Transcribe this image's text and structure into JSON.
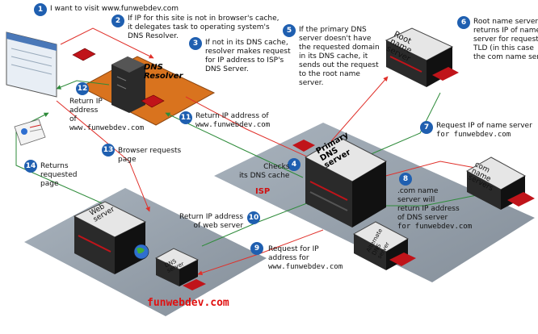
{
  "steps": [
    {
      "num": "1",
      "text": "I want to visit www.funwebdev.com"
    },
    {
      "num": "2",
      "lines": [
        "If IP for this site is not in browser's cache,",
        "it delegates task to operating system's",
        "DNS Resolver."
      ]
    },
    {
      "num": "3",
      "lines": [
        "If not in its DNS cache,",
        "resolver makes request",
        "for IP address to ISP's",
        "DNS Server."
      ]
    },
    {
      "num": "4",
      "lines": [
        "Checks",
        "its DNS cache"
      ]
    },
    {
      "num": "5",
      "lines": [
        "If the primary DNS",
        "server doesn't have",
        "the requested domain",
        "in its DNS cache, it",
        "sends out the request",
        "to the root name",
        "server."
      ]
    },
    {
      "num": "6",
      "lines": [
        "Root name server",
        "returns IP of name",
        "server for requested",
        "TLD (in this case",
        "the com name server)."
      ]
    },
    {
      "num": "7",
      "lines": [
        "Request IP of name server",
        "for funwebdev.com"
      ]
    },
    {
      "num": "8",
      "lines": [
        ".com name",
        "server will",
        "return IP address",
        "of DNS server",
        "for funwebdev.com"
      ]
    },
    {
      "num": "9",
      "lines": [
        "Request for IP",
        "address for",
        "www.funwebdev.com"
      ]
    },
    {
      "num": "10",
      "lines": [
        "Return IP address",
        "of web server"
      ]
    },
    {
      "num": "11",
      "lines": [
        "Return IP address of",
        "www.funwebdev.com"
      ]
    },
    {
      "num": "12",
      "lines": [
        "Return IP",
        "address",
        "of",
        "www.funwebdev.com"
      ]
    },
    {
      "num": "13",
      "lines": [
        "Browser requests",
        "page"
      ]
    },
    {
      "num": "14",
      "lines": [
        "Returns",
        "requested",
        "page"
      ]
    }
  ],
  "servers": {
    "dns_resolver": [
      "DNS",
      "Resolver"
    ],
    "root": [
      "Root",
      "name",
      "server"
    ],
    "primary": [
      "Primary",
      "DNS",
      "server"
    ],
    "com": [
      "com",
      "name",
      "servers"
    ],
    "alternate": [
      "Alternate",
      "DNS",
      "server"
    ],
    "web": [
      "Web",
      "server"
    ],
    "dns_small": [
      "DNS",
      "server"
    ]
  },
  "zones": {
    "isp_label": "ISP",
    "domain_label": "funwebdev.com"
  },
  "colors": {
    "step_circle": "#1f5fb0",
    "request_arrow": "#e0302a",
    "response_arrow": "#2e8b3a",
    "zone_fill": "#8c99a6",
    "resolver_fill": "#d9731e",
    "server_dark": "#2a2a2a",
    "server_light": "#d8d8d8"
  },
  "icons": [
    "browser-window-icon",
    "document-page-icon",
    "globe-icon",
    "floppy-disk-icon"
  ]
}
